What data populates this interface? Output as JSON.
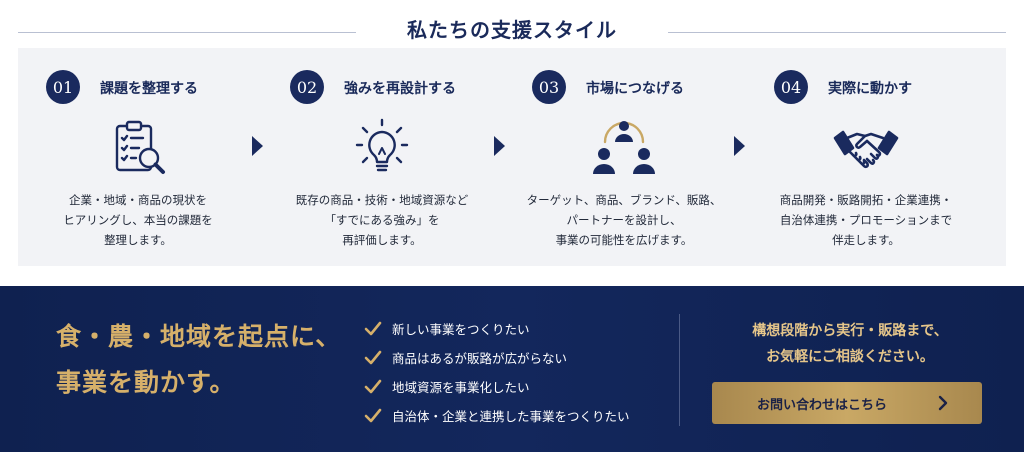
{
  "section": {
    "title": "私たちの支援スタイル"
  },
  "steps": [
    {
      "number": "01",
      "title": "課題を整理する",
      "icon": "clipboard-search-icon",
      "desc": [
        "企業・地域・商品の現状を",
        "ヒアリングし、本当の課題を",
        "整理します。"
      ]
    },
    {
      "number": "02",
      "title": "強みを再設計する",
      "icon": "lightbulb-icon",
      "desc": [
        "既存の商品・技術・地域資源など",
        "「すでにある強み」を",
        "再評価します。"
      ]
    },
    {
      "number": "03",
      "title": "市場につなげる",
      "icon": "people-network-icon",
      "desc": [
        "ターゲット、商品、ブランド、販路、",
        "パートナーを設計し、",
        "事業の可能性を広げます。"
      ]
    },
    {
      "number": "04",
      "title": "実際に動かす",
      "icon": "handshake-icon",
      "desc": [
        "商品開発・販路開拓・企業連携・",
        "自治体連携・プロモーションまで",
        "伴走します。"
      ]
    }
  ],
  "bottom": {
    "tagline": [
      "食・農・地域を起点に、",
      "事業を動かす。"
    ],
    "checklist": [
      "新しい事業をつくりたい",
      "商品はあるが販路が広がらない",
      "地域資源を事業化したい",
      "自治体・企業と連携した事業をつくりたい"
    ],
    "cta_text": [
      "構想段階から実行・販路まで、",
      "お気軽にご相談ください。"
    ],
    "cta_button": "お問い合わせはこちら"
  },
  "colors": {
    "navy": "#1a2a5e",
    "gold": "#c9a865",
    "panel": "#f2f3f6",
    "band": "#13275c"
  }
}
